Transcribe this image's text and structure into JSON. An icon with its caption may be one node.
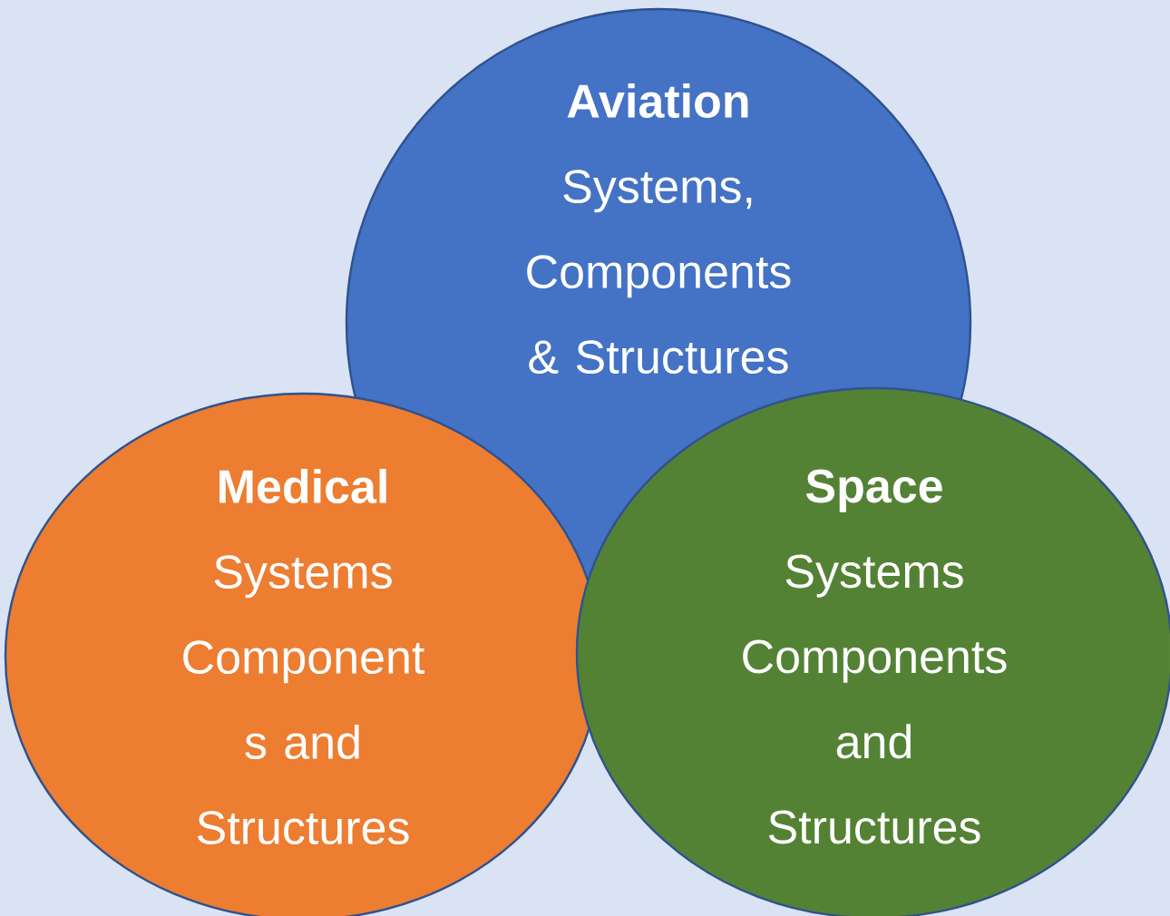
{
  "diagram": {
    "nodes": [
      {
        "text": [
          "Aviation",
          "Systems, Components & Structures"
        ]
      },
      {
        "text": [
          "Medical",
          "Systems Component s and Structures"
        ]
      },
      {
        "text": [
          "Space",
          "Systems Components and Structures"
        ]
      }
    ]
  }
}
